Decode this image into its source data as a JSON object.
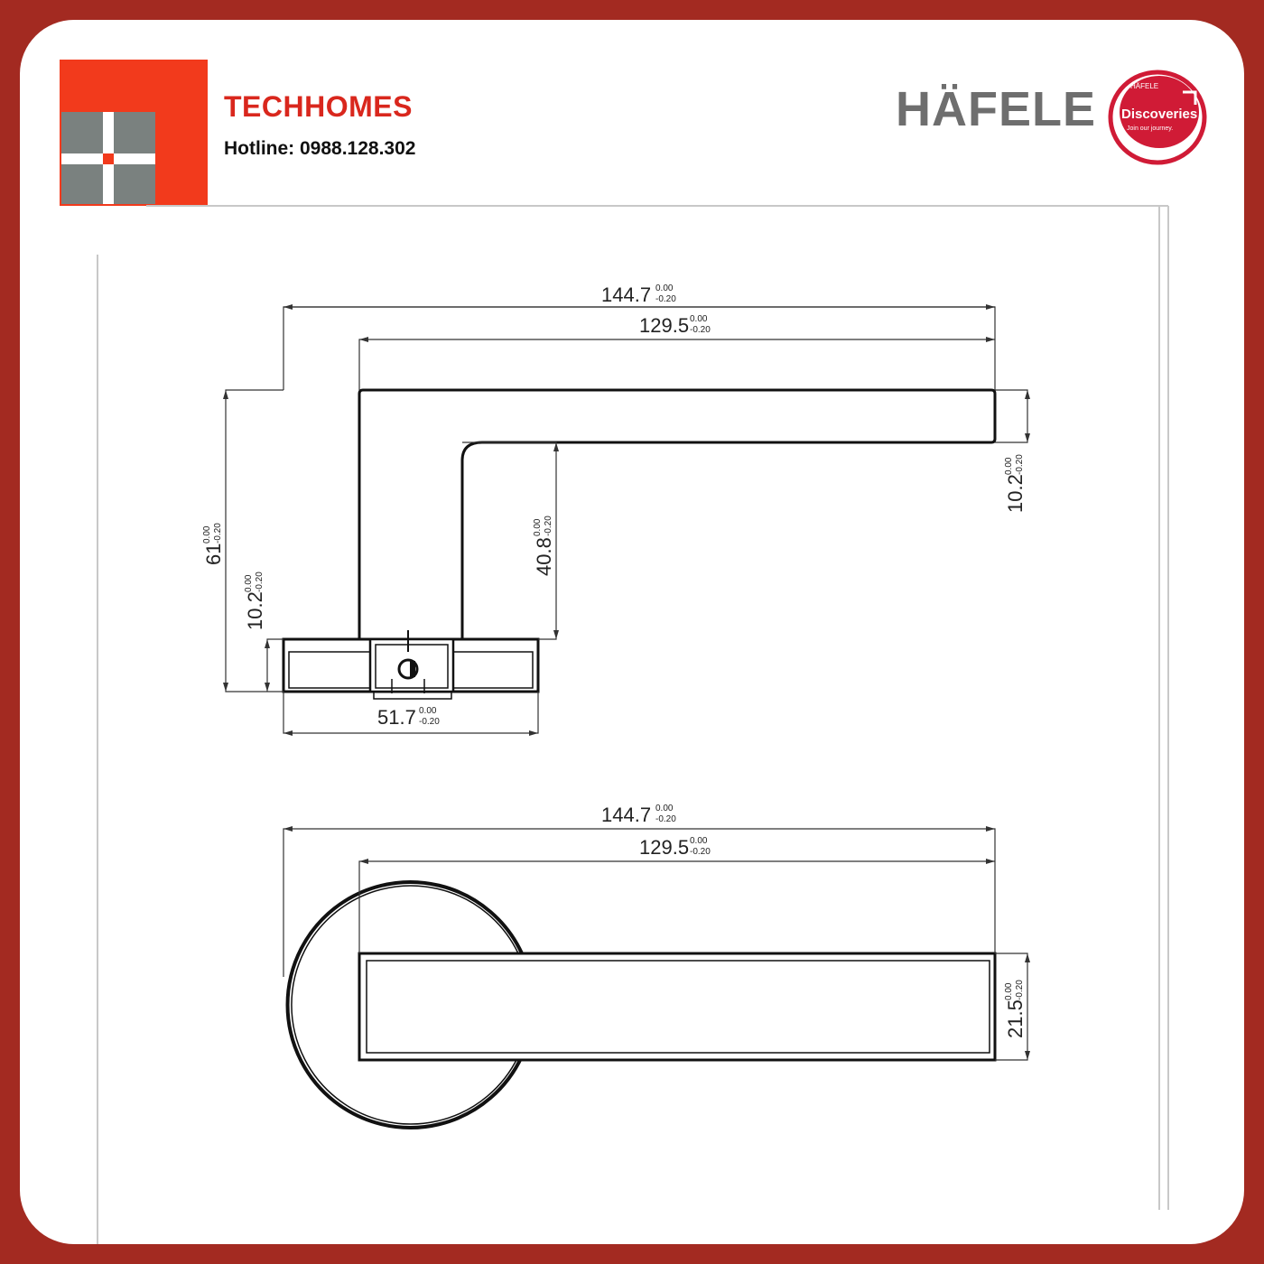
{
  "brand": {
    "name": "TECHHOMES",
    "hotline": "Hotline: 0988.128.302"
  },
  "partner": {
    "name": "HÄFELE",
    "badge_small": "HÄFELE",
    "badge_title": "Discoveries",
    "badge_tagline": "Join our journey."
  },
  "colors": {
    "frame": "#a32a21",
    "brand_red": "#d9271d",
    "logo_grey": "#7a817f",
    "hafele_grey": "#6e6e6e",
    "badge_red": "#d01b36"
  },
  "side_view": {
    "overall_length": "144.7",
    "overall_length_tol_upper": "0.00",
    "overall_length_tol_lower": "-0.20",
    "lever_length": "129.5",
    "lever_length_tol_upper": "0.00",
    "lever_length_tol_lower": "-0.20",
    "overall_height": "61",
    "overall_height_tol_upper": "0.00",
    "overall_height_tol_lower": "-0.20",
    "lever_thickness": "10.2",
    "lever_thickness_tol_upper": "0.00",
    "lever_thickness_tol_lower": "-0.20",
    "neck_height": "40.8",
    "neck_height_tol_upper": "0.00",
    "neck_height_tol_lower": "-0.20",
    "rose_thickness": "10.2",
    "rose_thickness_tol_upper": "0.00",
    "rose_thickness_tol_lower": "-0.20",
    "rose_width": "51.7",
    "rose_width_tol_upper": "0.00",
    "rose_width_tol_lower": "-0.20"
  },
  "top_view": {
    "overall_length": "144.7",
    "overall_length_tol_upper": "0.00",
    "overall_length_tol_lower": "-0.20",
    "lever_length": "129.5",
    "lever_length_tol_upper": "0.00",
    "lever_length_tol_lower": "-0.20",
    "lever_width": "21.5",
    "lever_width_tol_upper": "0.00",
    "lever_width_tol_lower": "-0.20"
  }
}
